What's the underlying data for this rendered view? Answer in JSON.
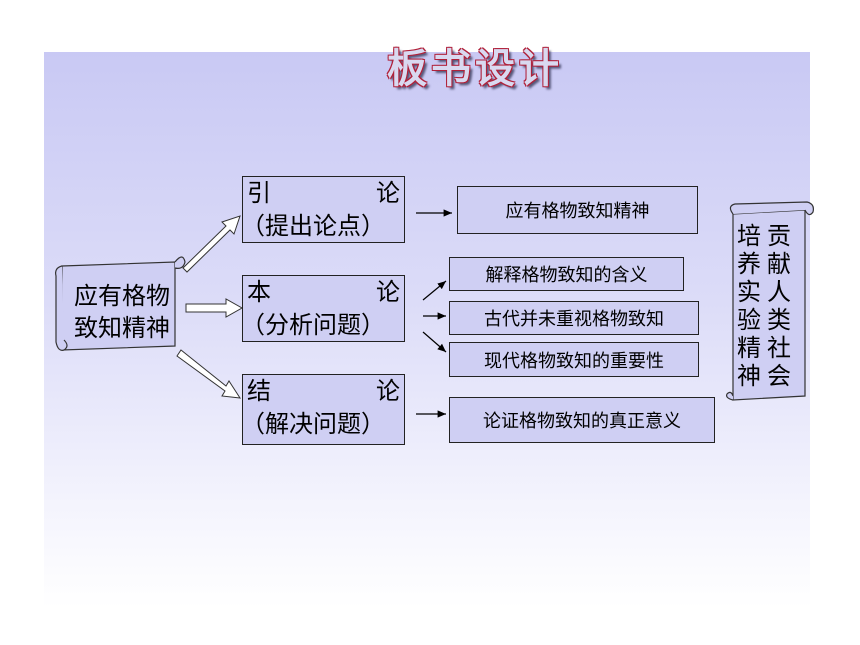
{
  "title": "板书设计",
  "root": {
    "line1": "应有格物",
    "line2": "致知精神"
  },
  "sections": [
    {
      "left": "引",
      "right": "论",
      "sub": "（提出论点）",
      "items": [
        "应有格物致知精神"
      ]
    },
    {
      "left": "本",
      "right": "论",
      "sub": "（分析问题）",
      "items": [
        "解释格物致知的含义",
        "古代并未重视格物致知",
        "现代格物致知的重要性"
      ]
    },
    {
      "left": "结",
      "right": "论",
      "sub": "（解决问题）",
      "items": [
        "论证格物致知的真正意义"
      ]
    }
  ],
  "right_scroll": {
    "col1": [
      "贡",
      "献",
      "人",
      "类",
      "社",
      "会"
    ],
    "col2": [
      "培",
      "养",
      "实",
      "验",
      "精",
      "神"
    ]
  },
  "colors": {
    "box_fill": "#cfcff3",
    "arrow_fill": "#ffffff",
    "title_outline": "#b0213a"
  }
}
